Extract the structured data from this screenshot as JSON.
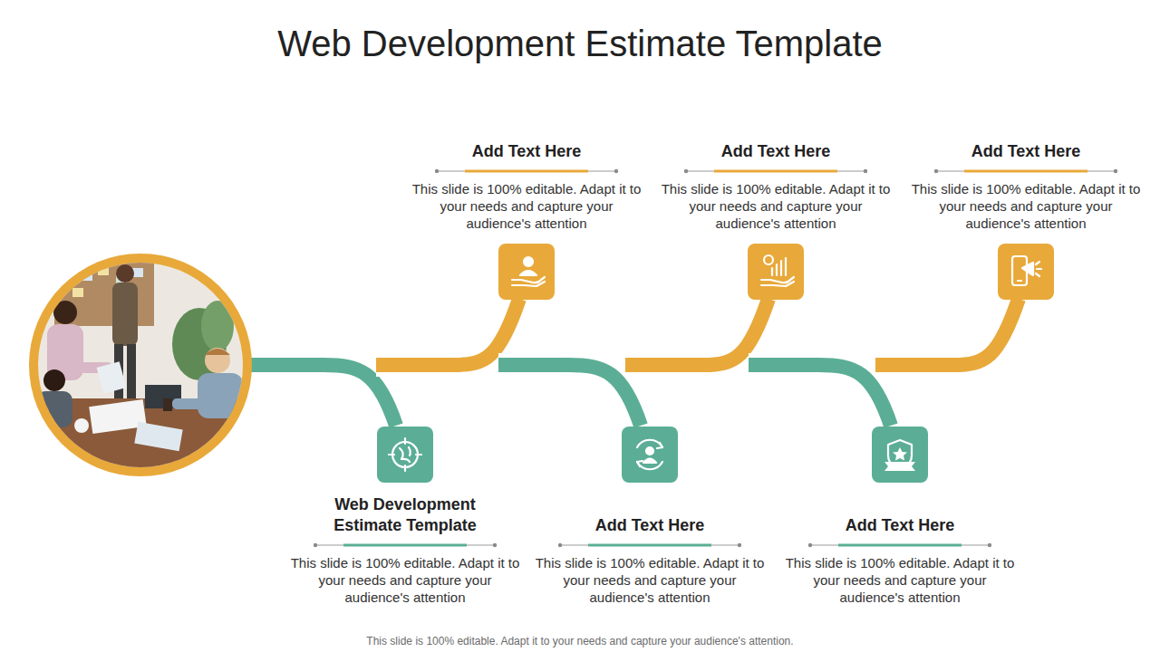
{
  "diagram": {
    "title": "Web Development Estimate Template",
    "caption": "This slide is 100% editable. Adapt it to your needs and capture your audience's attention.",
    "nodes": [
      {
        "text": [
          "Web Development Estimate Template",
          "This slide is 100% editable. Adapt it to your needs and capture your audience's attention"
        ]
      },
      {
        "text": [
          "Add Text Here",
          "This slide is 100% editable. Adapt it to your needs and capture your audience's attention"
        ]
      },
      {
        "text": [
          "Add Text Here",
          "This slide is 100% editable. Adapt it to your needs and capture your audience's attention"
        ]
      },
      {
        "text": [
          "Add Text Here",
          "This slide is 100% editable. Adapt it to your needs and capture your audience's attention"
        ]
      },
      {
        "text": [
          "Add Text Here",
          "This slide is 100% editable. Adapt it to your needs and capture your audience's attention"
        ]
      },
      {
        "text": [
          "Add Text Here",
          "This slide is 100% editable. Adapt it to your needs and capture your audience's attention"
        ]
      }
    ]
  }
}
